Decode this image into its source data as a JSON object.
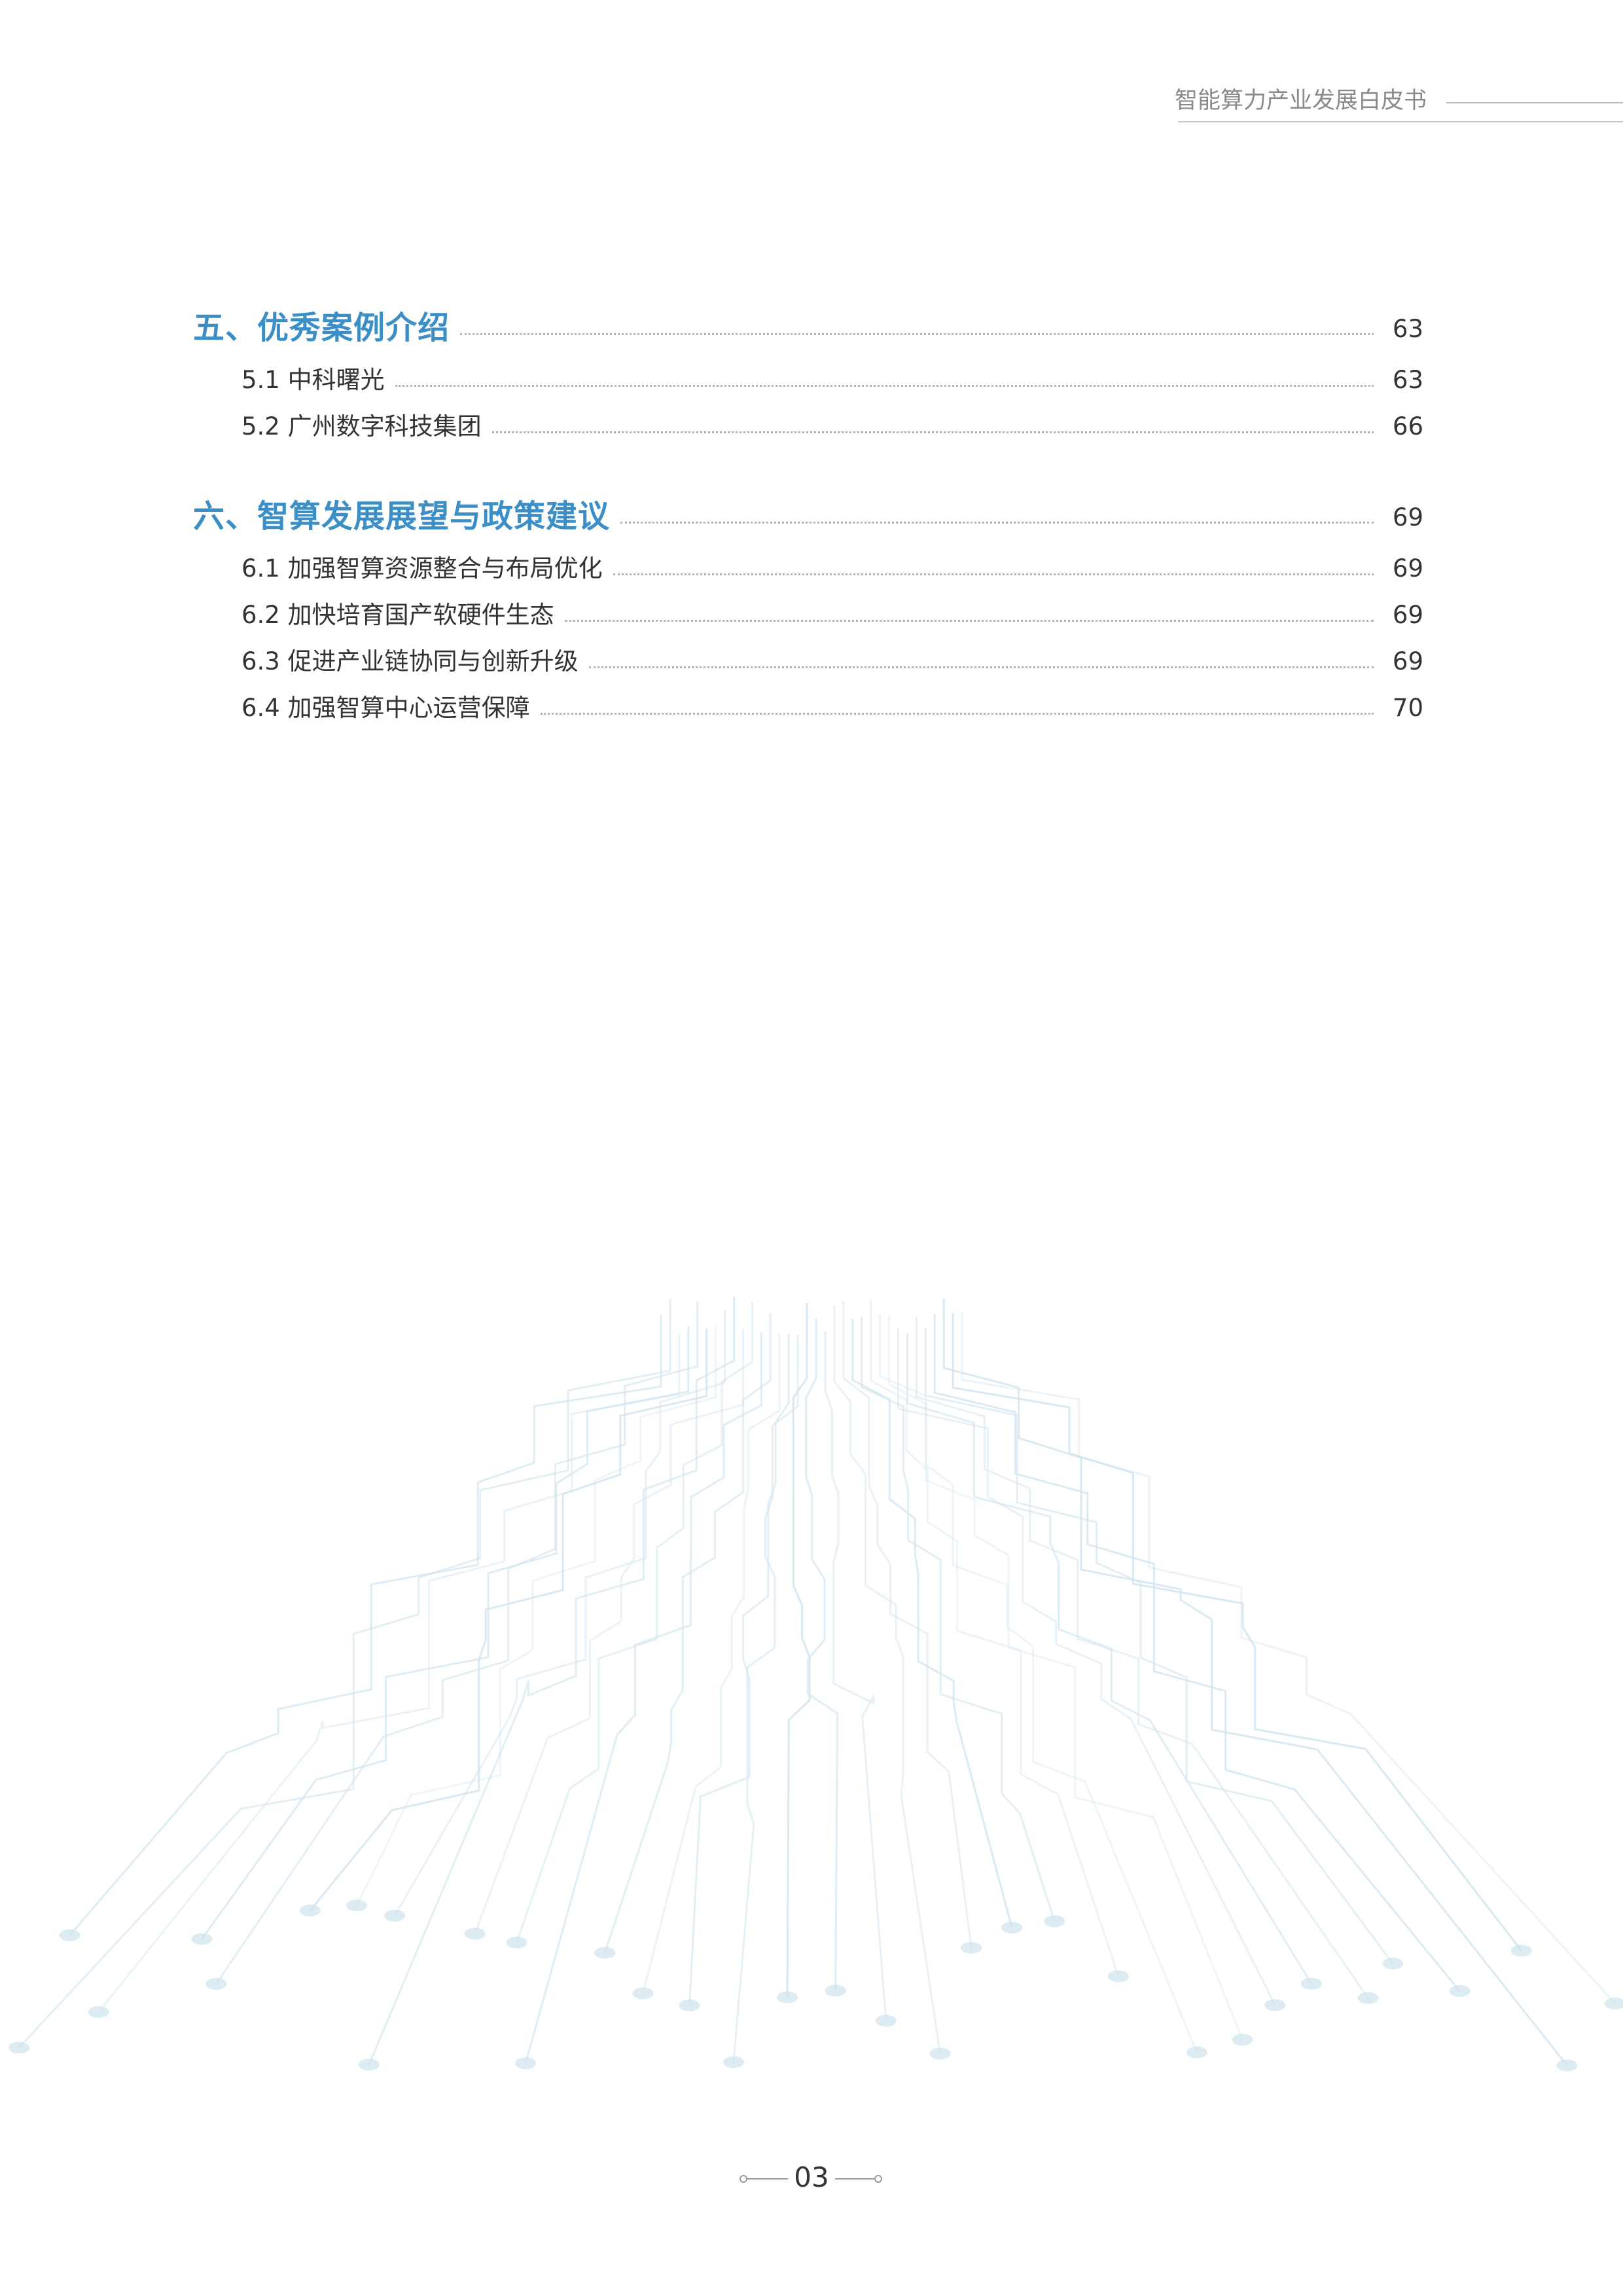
{
  "header": {
    "title": "智能算力产业发展白皮书"
  },
  "toc": {
    "sections": [
      {
        "title": "五、优秀案例介绍",
        "page": "63",
        "items": [
          {
            "label": "5.1 中科曙光",
            "page": "63"
          },
          {
            "label": "5.2 广州数字科技集团",
            "page": "66"
          }
        ]
      },
      {
        "title": "六、智算发展展望与政策建议",
        "page": "69",
        "items": [
          {
            "label": "6.1 加强智算资源整合与布局优化",
            "page": "69"
          },
          {
            "label": "6.2 加快培育国产软硬件生态",
            "page": "69"
          },
          {
            "label": "6.3 促进产业链协同与创新升级",
            "page": "69"
          },
          {
            "label": "6.4 加强智算中心运营保障",
            "page": "70"
          }
        ]
      }
    ]
  },
  "footer": {
    "page_number": "03"
  },
  "colors": {
    "heading": "#3b8fc6",
    "text": "#333333",
    "circuit": "#cfe3ee"
  }
}
